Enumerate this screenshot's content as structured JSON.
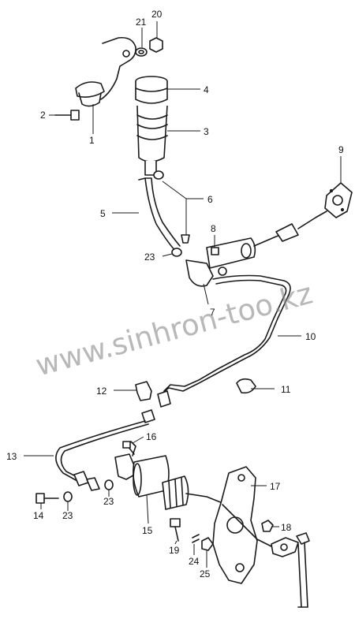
{
  "watermark": "www.sinhron-too.kz",
  "labels": [
    {
      "id": "l20",
      "text": "20"
    },
    {
      "id": "l21",
      "text": "21"
    },
    {
      "id": "l4",
      "text": "4"
    },
    {
      "id": "l2",
      "text": "2"
    },
    {
      "id": "l3",
      "text": "3"
    },
    {
      "id": "l1",
      "text": "1"
    },
    {
      "id": "l9",
      "text": "9"
    },
    {
      "id": "l6",
      "text": "6"
    },
    {
      "id": "l5",
      "text": "5"
    },
    {
      "id": "l8",
      "text": "8"
    },
    {
      "id": "l23a",
      "text": "23"
    },
    {
      "id": "l7",
      "text": "7"
    },
    {
      "id": "l10",
      "text": "10"
    },
    {
      "id": "l12",
      "text": "12"
    },
    {
      "id": "l11",
      "text": "11"
    },
    {
      "id": "l16",
      "text": "16"
    },
    {
      "id": "l13",
      "text": "13"
    },
    {
      "id": "l17",
      "text": "17"
    },
    {
      "id": "l14",
      "text": "14"
    },
    {
      "id": "l23b",
      "text": "23"
    },
    {
      "id": "l23c",
      "text": "23"
    },
    {
      "id": "l15",
      "text": "15"
    },
    {
      "id": "l18",
      "text": "18"
    },
    {
      "id": "l19",
      "text": "19"
    },
    {
      "id": "l24",
      "text": "24"
    },
    {
      "id": "l25",
      "text": "25"
    }
  ]
}
